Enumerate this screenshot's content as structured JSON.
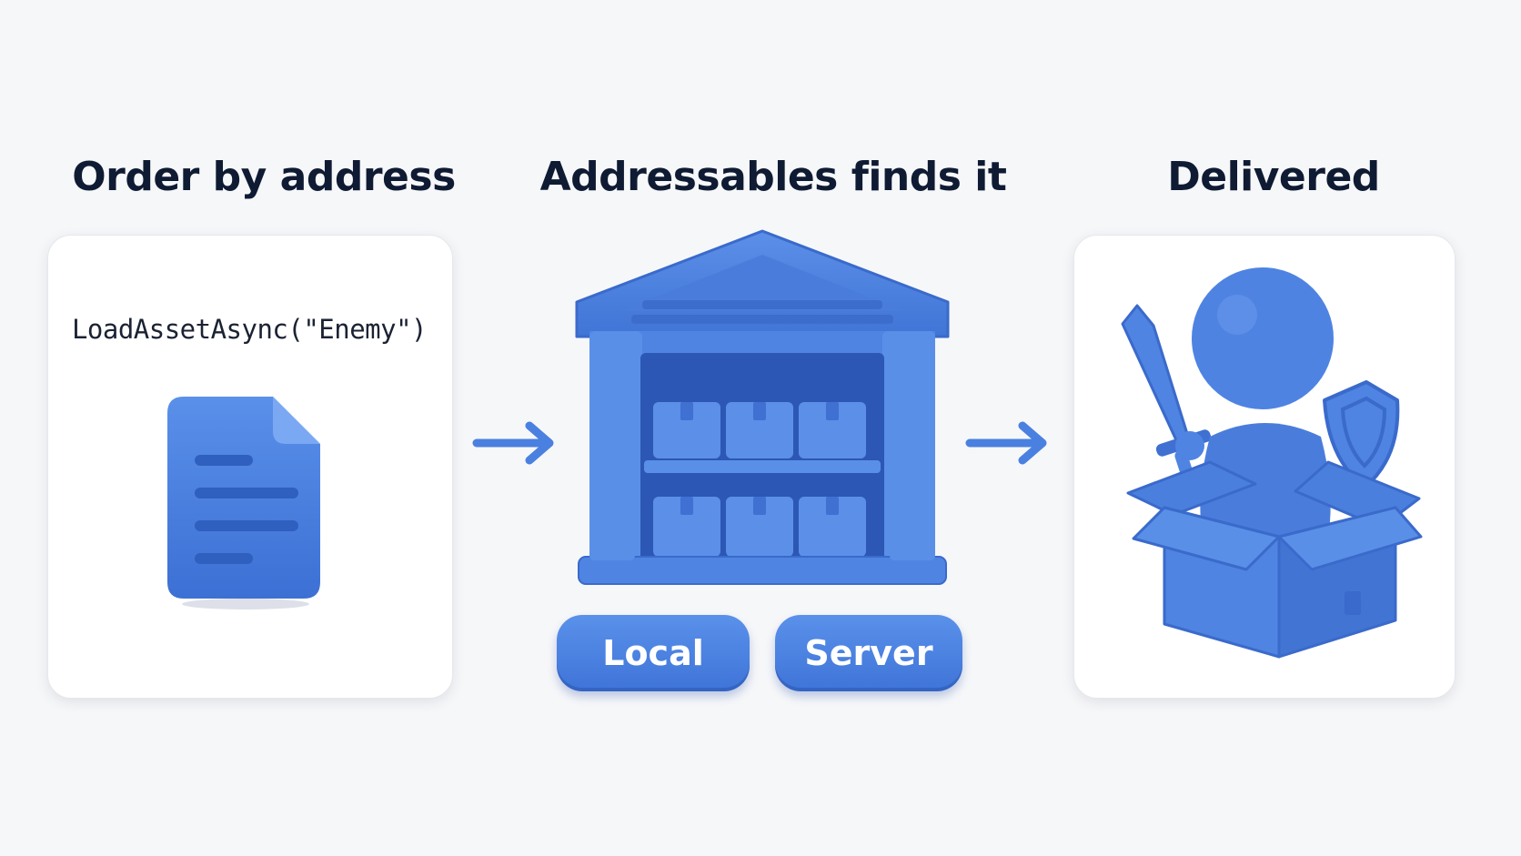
{
  "steps": [
    {
      "title": "Order by address",
      "code": "LoadAssetAsync(\"Enemy\")"
    },
    {
      "title": "Addressables finds it",
      "sources": [
        "Local",
        "Server"
      ]
    },
    {
      "title": "Delivered"
    }
  ],
  "colors": {
    "accent": "#4a80e0",
    "accent_dark": "#2f5fbf",
    "text": "#0f1b33",
    "background": "#f6f7f9",
    "card": "#ffffff"
  },
  "icons": [
    "document-icon",
    "arrow-right-icon",
    "warehouse-icon",
    "arrow-right-icon",
    "character-in-box-icon"
  ]
}
